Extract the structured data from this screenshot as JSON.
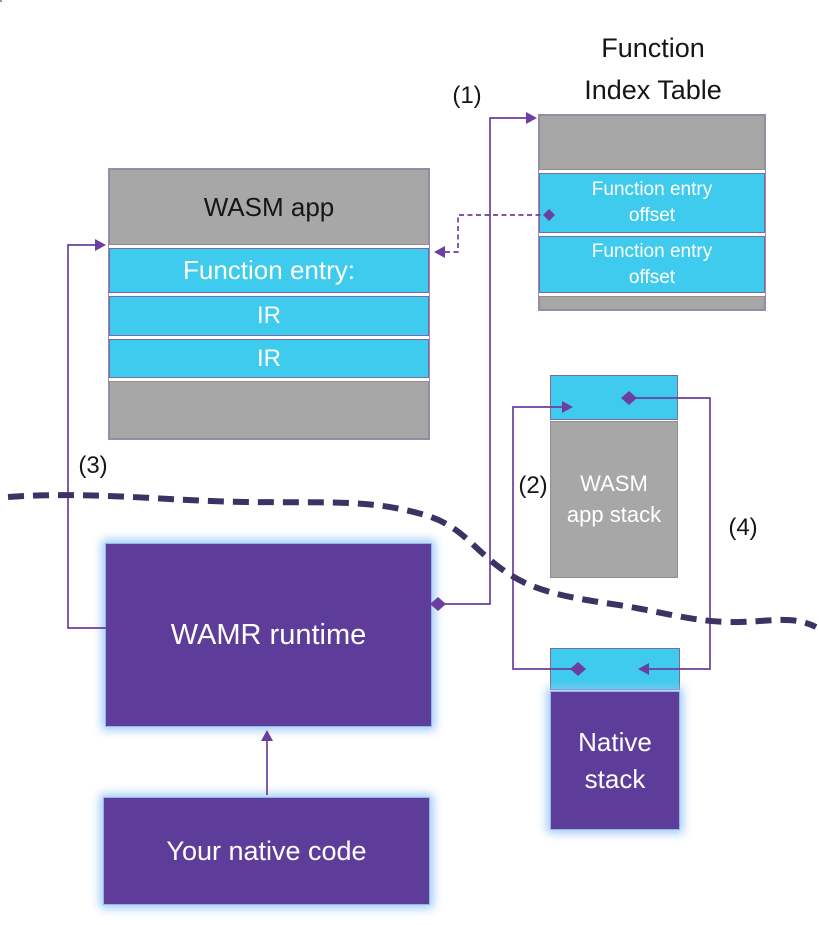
{
  "colors": {
    "gray_fill": "#A7A7A7",
    "cyan_fill": "#3FCBED",
    "purple_fill": "#5E3D9A",
    "connector_purple": "#6B3FA0",
    "divider_purple": "#3E3163"
  },
  "function_index_table": {
    "title": "Function\nIndex Table",
    "rows": [
      {
        "label": "Function entry\noffset"
      },
      {
        "label": "Function entry\noffset"
      }
    ]
  },
  "wasm_app": {
    "title": "WASM app",
    "rows": [
      "Function entry:",
      "IR",
      "IR"
    ]
  },
  "wamr_runtime": {
    "label": "WAMR runtime"
  },
  "native_code": {
    "label": "Your native code"
  },
  "wasm_app_stack": {
    "label": "WASM\napp stack"
  },
  "native_stack": {
    "label": "Native\nstack"
  },
  "annotations": {
    "step1": "(1)",
    "step2": "(2)",
    "step3": "(3)",
    "step4": "(4)"
  }
}
